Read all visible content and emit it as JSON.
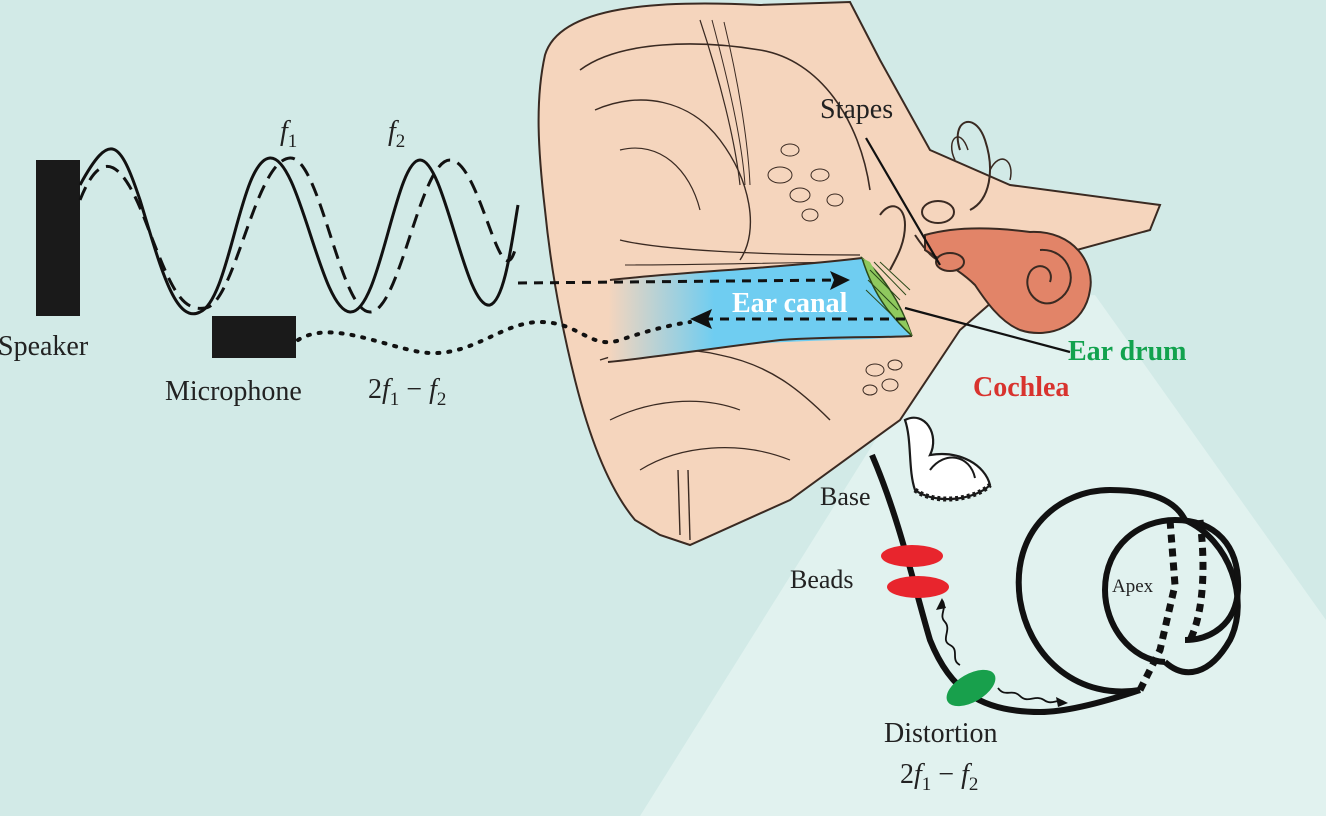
{
  "labels": {
    "f1": "f",
    "f1_sub": "1",
    "f2": "f",
    "f2_sub": "2",
    "speaker": "Speaker",
    "microphone": "Microphone",
    "dp_left_prefix": "2",
    "dp_left_f1": "f",
    "dp_left_sub1": "1",
    "dp_left_minus": " − ",
    "dp_left_f2": "f",
    "dp_left_sub2": "2",
    "stapes": "Stapes",
    "ear_canal": "Ear canal",
    "ear_drum": "Ear drum",
    "cochlea": "Cochlea",
    "base": "Base",
    "beads": "Beads",
    "apex": "Apex",
    "distortion": "Distortion",
    "dp_bottom_prefix": "2",
    "dp_bottom_f1": "f",
    "dp_bottom_sub1": "1",
    "dp_bottom_minus": " − ",
    "dp_bottom_f2": "f",
    "dp_bottom_sub2": "2"
  },
  "colors": {
    "background": "#d2eae7",
    "skin": "#f5d5bd",
    "canal": "#6fcdf1",
    "drum": "#8fc95e",
    "cochlea": "#e28468",
    "label_green": "#12a24e",
    "label_red": "#d8332e",
    "bead_red": "#e8252d",
    "distortion_green": "#18a04c"
  }
}
